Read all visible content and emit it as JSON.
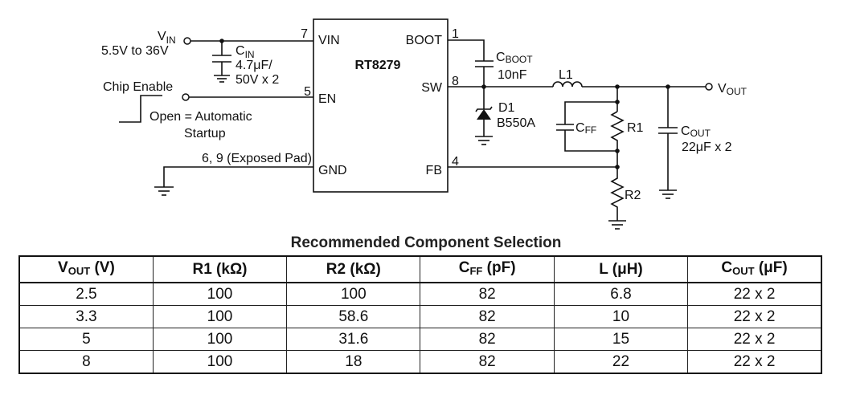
{
  "schematic": {
    "ic_name": "RT8279",
    "pins": {
      "vin": {
        "num": "7",
        "label": "VIN"
      },
      "en": {
        "num": "5",
        "label": "EN"
      },
      "gnd": {
        "num": "6, 9 (Exposed Pad)",
        "label": "GND"
      },
      "boot": {
        "num": "1",
        "label": "BOOT"
      },
      "sw": {
        "num": "8",
        "label": "SW"
      },
      "fb": {
        "num": "4",
        "label": "FB"
      }
    },
    "vin": {
      "label": "V",
      "sub": "IN",
      "range": "5.5V to 36V"
    },
    "cin": {
      "label": "C",
      "sub": "IN",
      "value1": "4.7μF/",
      "value2": "50V x 2"
    },
    "chip_enable": {
      "label": "Chip Enable",
      "note1": "Open = Automatic",
      "note2": "Startup"
    },
    "cboot": {
      "label": "C",
      "sub": "BOOT",
      "value": "10nF"
    },
    "d1": {
      "label": "D1",
      "value": "B550A"
    },
    "l1": {
      "label": "L1"
    },
    "cff": {
      "label": "C",
      "sub": "FF"
    },
    "r1": {
      "label": "R1"
    },
    "r2": {
      "label": "R2"
    },
    "cout": {
      "label": "C",
      "sub": "OUT",
      "value": "22μF x 2"
    },
    "vout": {
      "label": "V",
      "sub": "OUT"
    }
  },
  "table": {
    "title": "Recommended Component Selection",
    "headers": [
      {
        "main": "V",
        "sub": "OUT",
        "unit": " (V)"
      },
      {
        "main": "R1",
        "sub": "",
        "unit": " (kΩ)"
      },
      {
        "main": "R2",
        "sub": "",
        "unit": " (kΩ)"
      },
      {
        "main": "C",
        "sub": "FF",
        "unit": " (pF)"
      },
      {
        "main": "L",
        "sub": "",
        "unit": " (μH)"
      },
      {
        "main": "C",
        "sub": "OUT",
        "unit": " (μF)"
      }
    ],
    "rows": [
      [
        "2.5",
        "100",
        "100",
        "82",
        "6.8",
        "22 x 2"
      ],
      [
        "3.3",
        "100",
        "58.6",
        "82",
        "10",
        "22 x 2"
      ],
      [
        "5",
        "100",
        "31.6",
        "82",
        "15",
        "22 x 2"
      ],
      [
        "8",
        "100",
        "18",
        "82",
        "22",
        "22 x 2"
      ]
    ]
  }
}
